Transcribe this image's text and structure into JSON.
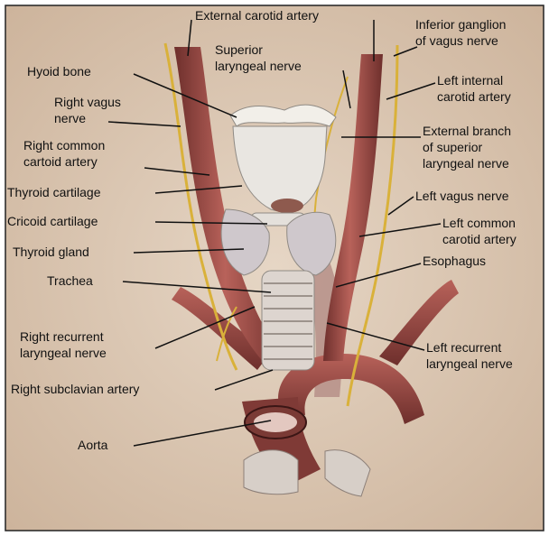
{
  "labels": {
    "external_carotid_artery": "External carotid artery",
    "inferior_ganglion": [
      "Inferior ganglion",
      "of vagus nerve"
    ],
    "superior_laryngeal_nerve": [
      "Superior",
      "laryngeal nerve"
    ],
    "hyoid_bone": "Hyoid bone",
    "left_internal_carotid": [
      "Left internal",
      "carotid artery"
    ],
    "right_vagus_nerve": [
      "Right vagus",
      "nerve"
    ],
    "external_branch": [
      "External branch",
      "of superior",
      "laryngeal nerve"
    ],
    "right_common_carotid": [
      "Right common",
      "cartoid artery"
    ],
    "thyroid_cartilage": "Thyroid cartilage",
    "left_vagus_nerve": "Left vagus nerve",
    "cricoid_cartilage": "Cricoid cartilage",
    "left_common_carotid": [
      "Left common",
      "carotid artery"
    ],
    "thyroid_gland": "Thyroid gland",
    "esophagus": "Esophagus",
    "trachea": "Trachea",
    "right_recurrent": [
      "Right recurrent",
      "laryngeal nerve"
    ],
    "left_recurrent": [
      "Left recurrent",
      "laryngeal nerve"
    ],
    "right_subclavian": "Right subclavian artery",
    "aorta": "Aorta"
  },
  "colors": {
    "background": "#d9c5b2",
    "artery": "#9e4b45",
    "artery_dark": "#6e2f2c",
    "nerve": "#d9b13a",
    "cartilage": "#e9e6e1",
    "thyroid": "#cfc8cc",
    "esophagus": "#b8928b",
    "label": "#111111"
  }
}
